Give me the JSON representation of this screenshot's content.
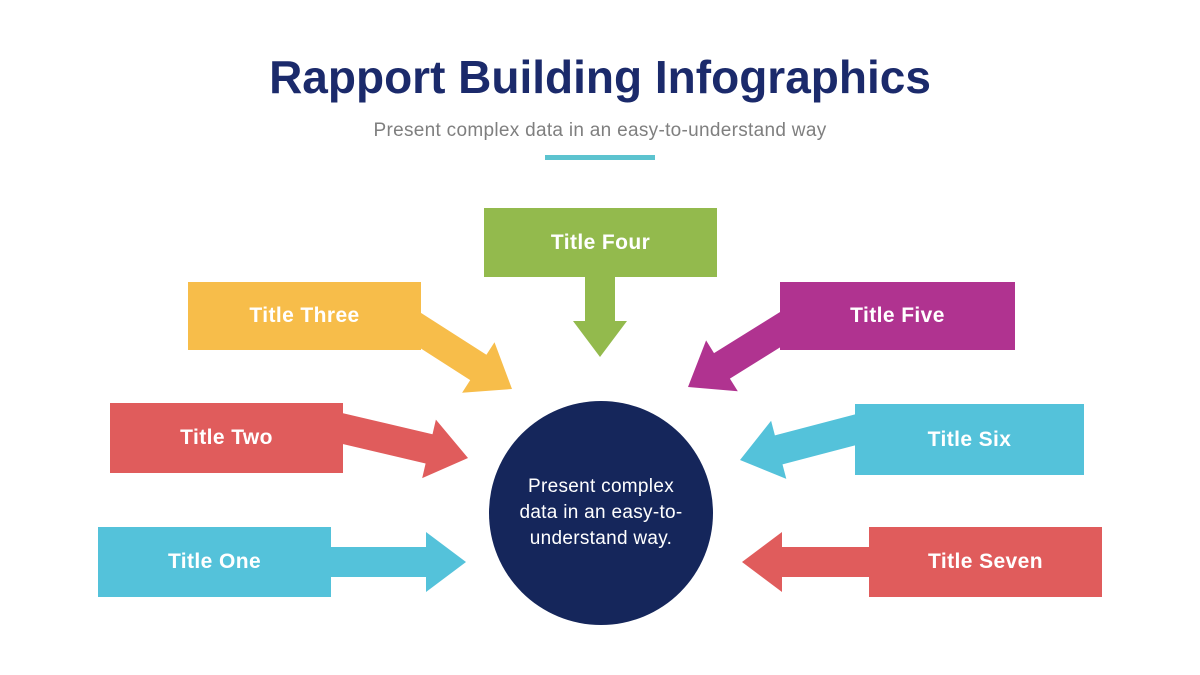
{
  "header": {
    "title": "Rapport Building Infographics",
    "subtitle": "Present complex data in an easy-to-understand way",
    "title_color": "#1B2A6B",
    "subtitle_color": "#7F7F7F",
    "divider_color": "#5CC3CF"
  },
  "center": {
    "color": "#15265B",
    "text_color": "#FFFFFF",
    "text": "Present complex data in an easy-to-understand way.",
    "lines": [
      "Present complex",
      "data in an easy-to-",
      "understand way."
    ]
  },
  "items": [
    {
      "label": "Title One",
      "color": "#54C2DA",
      "position": "left-bottom"
    },
    {
      "label": "Title Two",
      "color": "#E05C5C",
      "position": "left-middle"
    },
    {
      "label": "Title Three",
      "color": "#F7BD4A",
      "position": "left-top"
    },
    {
      "label": "Title Four",
      "color": "#93BA4D",
      "position": "top-center"
    },
    {
      "label": "Title Five",
      "color": "#B03390",
      "position": "right-top"
    },
    {
      "label": "Title Six",
      "color": "#54C2DA",
      "position": "right-middle"
    },
    {
      "label": "Title Seven",
      "color": "#E05C5C",
      "position": "right-bottom"
    }
  ]
}
